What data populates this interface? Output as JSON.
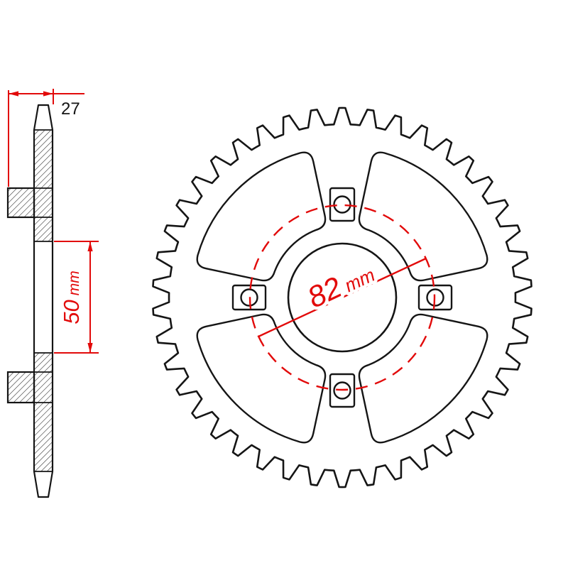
{
  "colors": {
    "accent_red": "#e20a0a",
    "line_black": "#151515",
    "background": "#ffffff"
  },
  "diagram": {
    "type": "technical-drawing",
    "views": [
      "side-cross-section",
      "front-view"
    ],
    "teeth": 42,
    "lightening_cutouts": 4,
    "bolt_holes": 4
  },
  "dimensions": {
    "side_width": {
      "value": "27"
    },
    "center_length": {
      "value": "50",
      "unit": "mm"
    },
    "bolt_circle": {
      "value": "82",
      "unit": "mm"
    }
  }
}
